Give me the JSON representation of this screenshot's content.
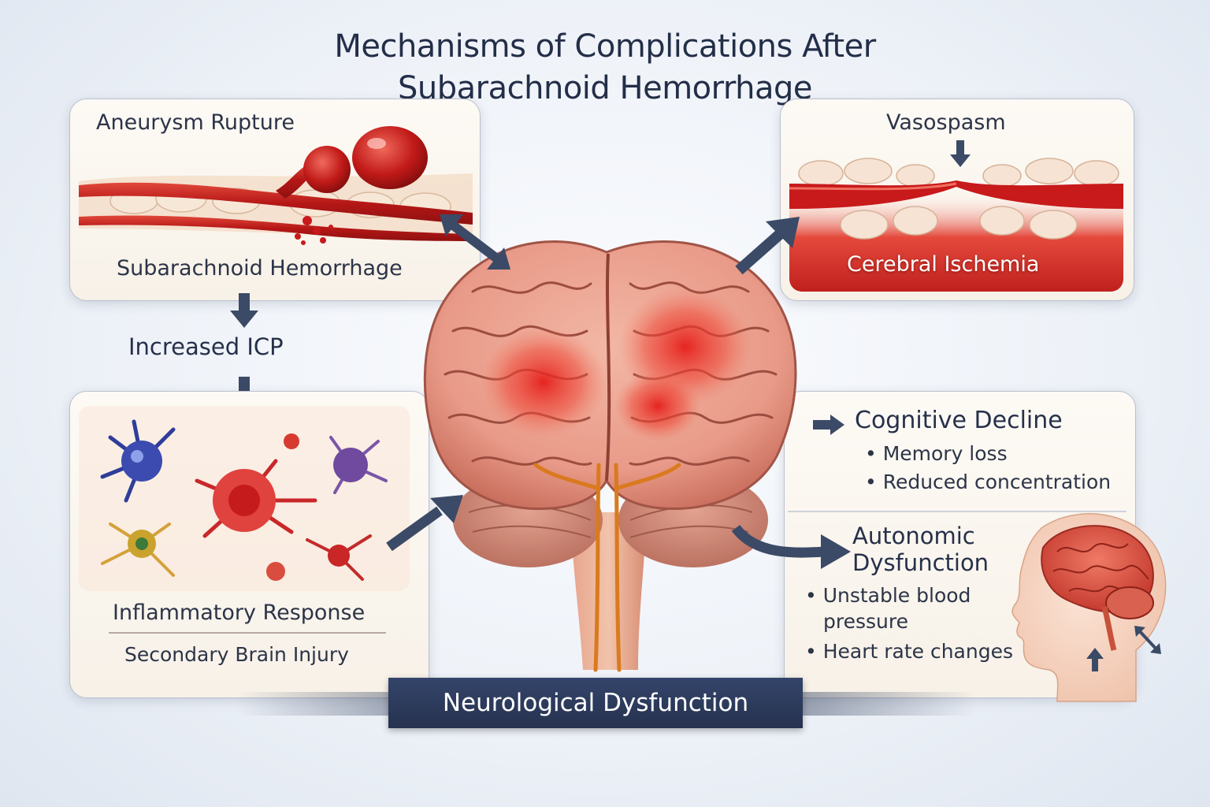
{
  "title": {
    "line1": "Mechanisms of Complications After",
    "line2": "Subarachnoid Hemorrhage"
  },
  "aneurysm_panel": {
    "heading": "Aneurysm Rupture",
    "caption": "Subarachnoid Hemorrhage"
  },
  "icp": {
    "label": "Increased ICP"
  },
  "inflammation_panel": {
    "label": "Inflammatory Response",
    "sub_label": "Secondary Brain Injury"
  },
  "vasospasm_panel": {
    "heading": "Vasospasm",
    "caption": "Cerebral Ischemia"
  },
  "cognitive_panel": {
    "heading": "Cognitive Decline",
    "bullets": [
      "• Memory loss",
      "• Reduced concentration"
    ]
  },
  "autonomic_panel": {
    "heading_line1": "Autonomic",
    "heading_line2": "Dysfunction",
    "bullet1_line1": "• Unstable blood",
    "bullet1_line2": "pressure",
    "bullet2": "• Heart rate changes"
  },
  "banner": {
    "label": "Neurological Dysfunction"
  },
  "colors": {
    "title": "#232e48",
    "arrow": "#3b4a66",
    "blood_red": "#c8191b",
    "brain_pink": "#e8998b",
    "banner_bg": "#2b3956"
  }
}
